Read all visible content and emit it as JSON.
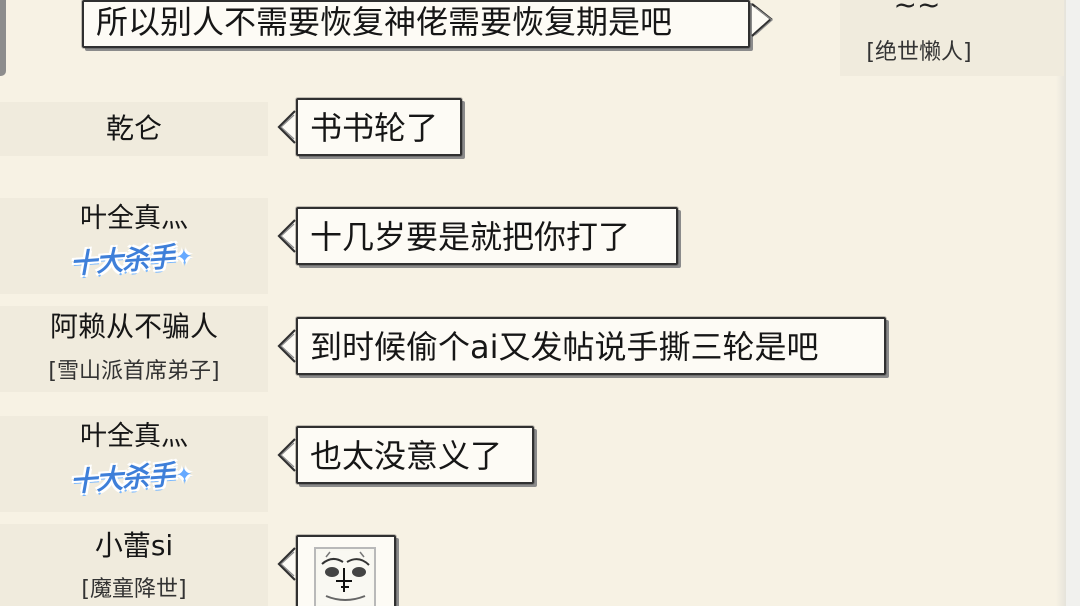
{
  "conversation": [
    {
      "id": "top",
      "side": "right",
      "name": "",
      "title": "[绝世懒人]",
      "message": "所以别人不需要恢复神佬需要恢复期是吧",
      "decor": "~~"
    },
    {
      "id": "qian",
      "side": "left",
      "name": "乾仑",
      "message": "书书轮了"
    },
    {
      "id": "ye1",
      "side": "left",
      "name": "叶全真",
      "name_suffix": "灬",
      "badge": "十大杀手",
      "message": "十几岁要是就把你打了"
    },
    {
      "id": "alai",
      "side": "left",
      "name": "阿赖从不骗人",
      "title": "[雪山派首席弟子]",
      "message": "到时候偷个ai又发帖说手撕三轮是吧"
    },
    {
      "id": "ye2",
      "side": "left",
      "name": "叶全真",
      "name_suffix": "灬",
      "badge": "十大杀手",
      "message": "也太没意义了"
    },
    {
      "id": "xiaolei",
      "side": "left",
      "name": "小蕾si",
      "title": "[魔童降世]",
      "message": "",
      "sticker": "meme-face-sticker"
    }
  ],
  "colors": {
    "background": "#f7f2e4",
    "name_panel": "#f0ebdd",
    "bubble_fill": "#fdfbf5",
    "bubble_border": "#303030",
    "badge_blue": "#3e7fd9"
  },
  "icons": {
    "bubble_left_pointer": "left-pointer-icon",
    "bubble_right_pointer": "right-pointer-icon",
    "sticker": "meme-face-sticker-icon"
  }
}
